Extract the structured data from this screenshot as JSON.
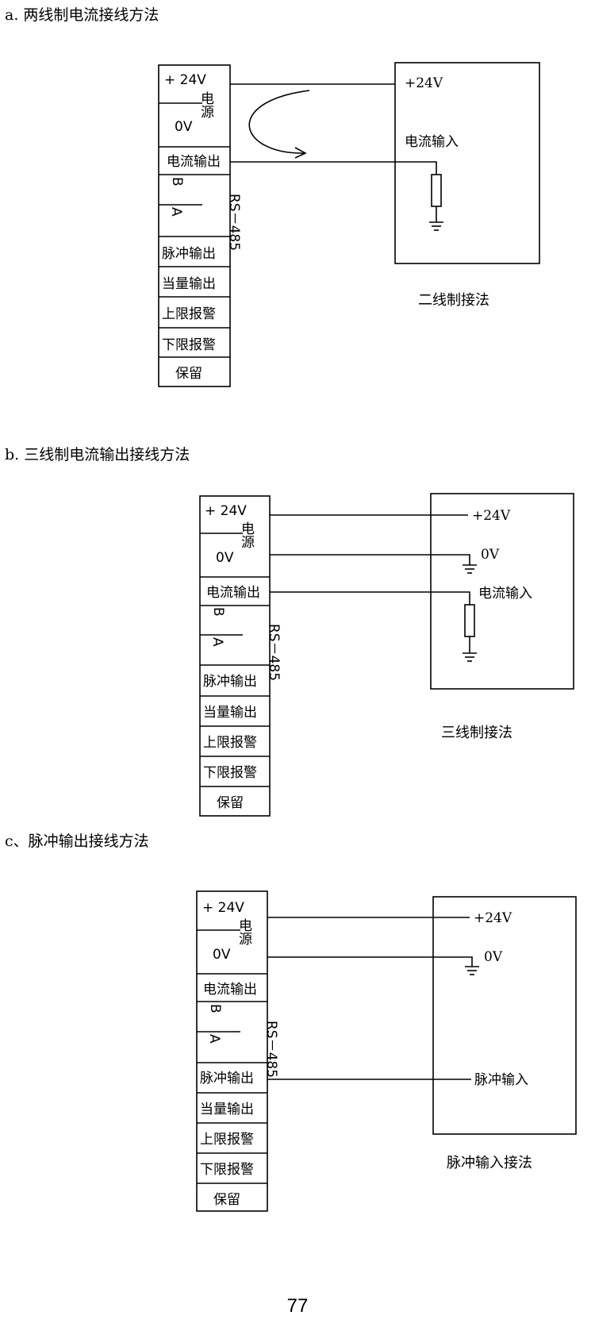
{
  "sections": [
    {
      "heading": "a. 两线制电流接线方法",
      "caption": "二线制接法",
      "right_labels": {
        "plus24v": "+24V",
        "current_in": "电流输入"
      }
    },
    {
      "heading": "b. 三线制电流输出接线方法",
      "caption": "三线制接法",
      "right_labels": {
        "plus24v": "+24V",
        "ov": "0V",
        "current_in": "电流输入"
      }
    },
    {
      "heading": "c、脉冲输出接线方法",
      "caption": "脉冲输入接法",
      "right_labels": {
        "plus24v": "+24V",
        "ov": "0V",
        "pulse_in": "脉冲输入"
      }
    }
  ],
  "terminal_block": {
    "plus24v": "+ 24V",
    "ov": "0V",
    "power_group": "电源",
    "current_out": "电流输出",
    "b": "B",
    "a": "A",
    "rs485": "RS－485",
    "pulse_out": "脉冲输出",
    "equiv_out": "当量输出",
    "upper_alarm": "上限报警",
    "lower_alarm": "下限报警",
    "reserved": "保留"
  },
  "page_number": "77"
}
